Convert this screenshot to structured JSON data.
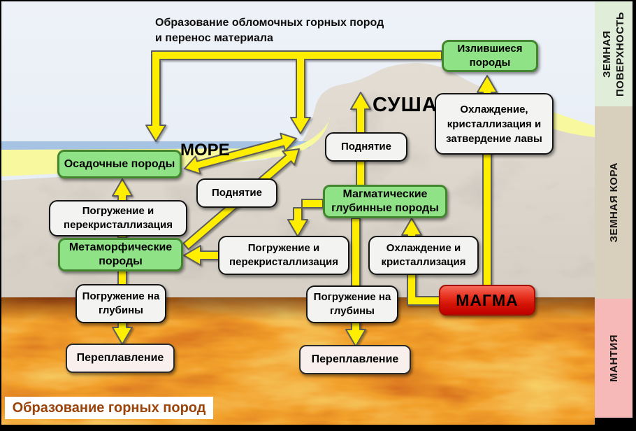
{
  "legend": {
    "line1": "Образование обломочных горных пород",
    "line2": "и перенос материала"
  },
  "labels": {
    "sea": "МОРЕ",
    "land": "СУША"
  },
  "boxes": {
    "izlivshiesya": "Излившиеся породы",
    "cooling_lava": "Охлаждение, кристаллизация и затвердение лавы",
    "uplift_right": "Поднятие",
    "magmatic": "Магматические глубинные породы",
    "cooling_crystallization": "Охлаждение и кристаллизация",
    "magma": "МАГМА",
    "sedimentary": "Осадочные породы",
    "subsidence_recrystallization_left": "Погружение и перекристаллизация",
    "uplift_left": "Поднятие",
    "metamorphic": "Метаморфические породы",
    "subsidence_recrystallization_mid": "Погружение и перекристаллизация",
    "subsidence_depths_left": "Погружение на глубины",
    "subsidence_depths_mid": "Погружение на глубины",
    "remelting_left": "Переплавление",
    "remelting_mid": "Переплавление"
  },
  "sidebar": {
    "surface": "ЗЕМНАЯ ПОВЕРХНОСТЬ",
    "crust": "ЗЕМНАЯ КОРА",
    "mantle": "МАНТИЯ"
  },
  "title": "Образование горных пород",
  "colors": {
    "arrow": "#ffee00",
    "box_green": "#8fe386",
    "box_white": "#f3f3f1",
    "box_cream": "#f9f0ee",
    "magma_red": "#d41405",
    "sidebar_surface": "#e0edd8",
    "sidebar_crust": "#d8cfbc",
    "sidebar_mantle": "#f7b9b8",
    "sea": "#a6c3e3",
    "sand": "#f8f89f",
    "title_text": "#9a430a"
  }
}
